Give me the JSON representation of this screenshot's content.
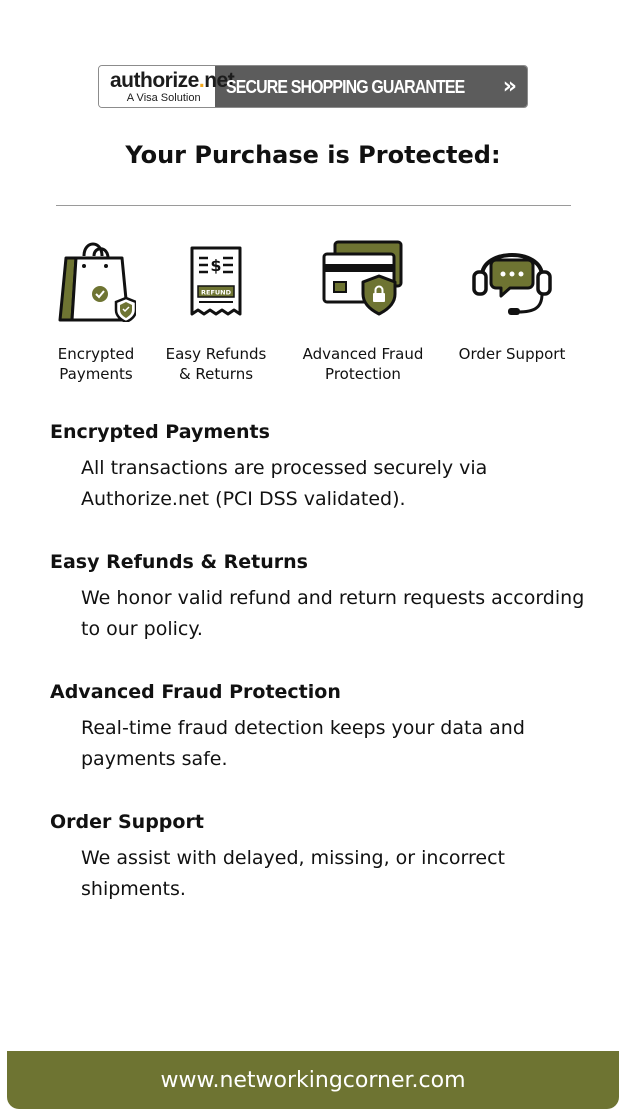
{
  "badge": {
    "brand_main": "authorize",
    "brand_dot": ".",
    "brand_tld": "net",
    "brand_sub": "A Visa Solution",
    "guarantee": "SECURE SHOPPING GUARANTEE",
    "chevron": "»"
  },
  "title": "Your Purchase is Protected:",
  "features": [
    {
      "label": "Encrypted\nPayments",
      "icon": "shopping-bag-shield-icon"
    },
    {
      "label": "Easy Refunds\n& Returns",
      "icon": "refund-receipt-icon"
    },
    {
      "label": "Advanced Fraud\nProtection",
      "icon": "credit-card-shield-icon"
    },
    {
      "label": "Order Support",
      "icon": "headset-support-icon"
    }
  ],
  "refund_tag": "REFUND",
  "sections": [
    {
      "title": "Encrypted Payments",
      "body": "All transactions are processed securely via Authorize.net (PCI DSS validated)."
    },
    {
      "title": "Easy Refunds & Returns",
      "body": "We honor valid refund and return requests according to our policy."
    },
    {
      "title": "Advanced Fraud Protection",
      "body": "Real-time fraud detection keeps your data and payments safe."
    },
    {
      "title": "Order Support",
      "body": "We assist with delayed, missing, or incorrect shipments."
    }
  ],
  "footer": {
    "url": "www.networkingcorner.com"
  },
  "colors": {
    "accent": "#6e7432",
    "badge_gray": "#5c5c5c",
    "brand_dot": "#f2a71b"
  }
}
